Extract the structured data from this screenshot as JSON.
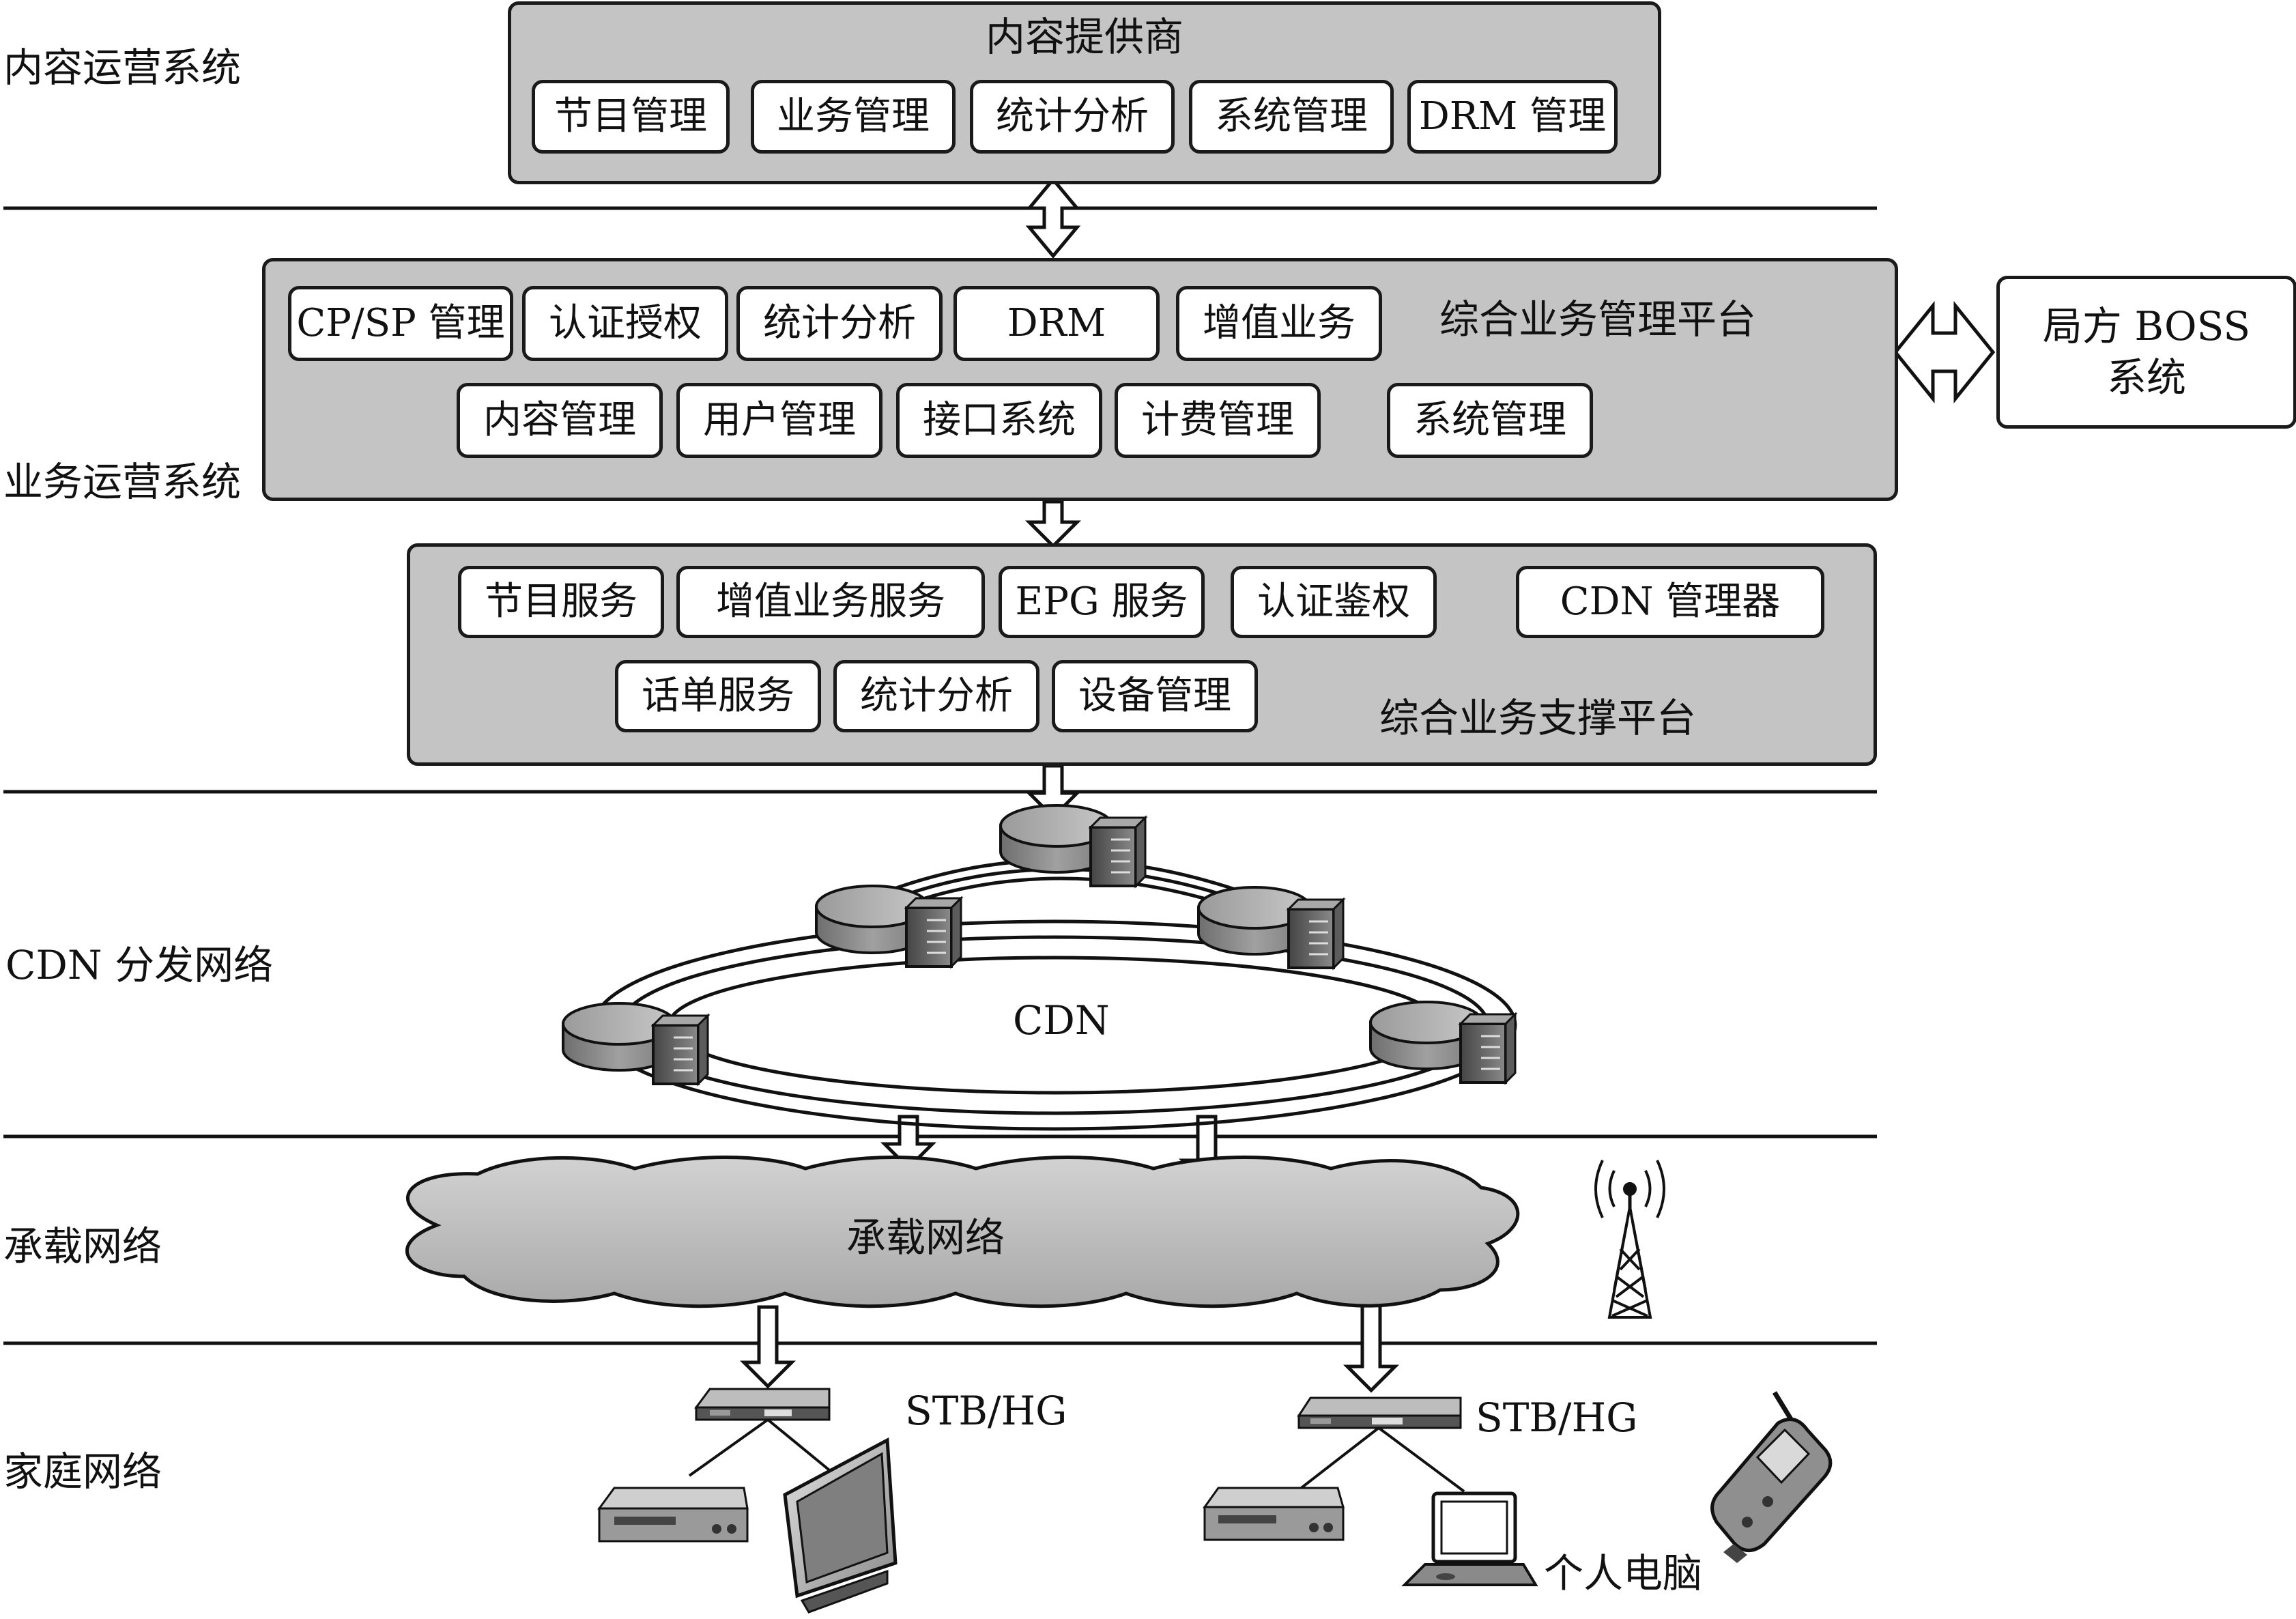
{
  "layers": {
    "content_ops": "内容运营系统",
    "service_ops": "业务运营系统",
    "cdn_network": "CDN 分发网络",
    "bearer": "承载网络",
    "home": "家庭网络"
  },
  "content_provider": {
    "title": "内容提供商",
    "modules": [
      "节目管理",
      "业务管理",
      "统计分析",
      "系统管理",
      "DRM 管理"
    ]
  },
  "mgmt_platform": {
    "title": "综合业务管理平台",
    "row1": [
      "CP/SP 管理",
      "认证授权",
      "统计分析",
      "DRM",
      "增值业务"
    ],
    "row2": [
      "内容管理",
      "用户管理",
      "接口系统",
      "计费管理",
      "系统管理"
    ]
  },
  "boss": {
    "line1": "局方 BOSS",
    "line2": "系统"
  },
  "support_platform": {
    "title": "综合业务支撑平台",
    "row1": [
      "节目服务",
      "增值业务服务",
      "EPG 服务",
      "认证鉴权",
      "CDN 管理器"
    ],
    "row2": [
      "话单服务",
      "统计分析",
      "设备管理"
    ]
  },
  "cdn_label": "CDN",
  "bearer_cloud_label": "承载网络",
  "stb_left": "STB/HG",
  "stb_right": "STB/HG",
  "pc_label": "个人电脑"
}
